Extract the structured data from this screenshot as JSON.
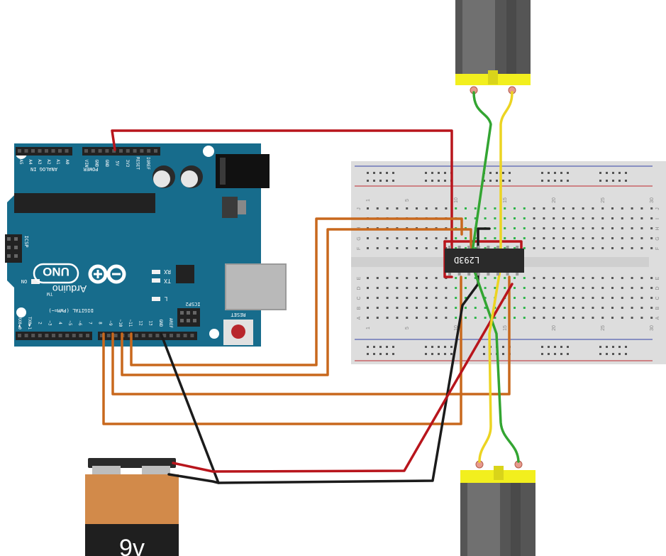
{
  "arduino": {
    "brand": "Arduino",
    "model": "UNO",
    "trademark": "TM",
    "header_analog_in": "ANALOG IN",
    "header_power": "POWER",
    "header_digital": "DIGITAL (PWM=~)",
    "pins_analog": [
      "A5",
      "A4",
      "A3",
      "A2",
      "A1",
      "A0"
    ],
    "pins_power": [
      "VIN",
      "GND",
      "GND",
      "5V",
      "3V3",
      "RESET",
      "IOREF"
    ],
    "pins_digital_labels": [
      "RX0◀0",
      "TX0▶1",
      "2",
      "~3",
      "4",
      "~5",
      "~6",
      "7",
      "8",
      "~9",
      "~10",
      "~11",
      "12",
      "13",
      "GND",
      "AREF"
    ],
    "led_on": "ON",
    "led_rx": "RX",
    "led_tx": "TX",
    "led_l": "L",
    "icsp_label": "ICSP",
    "icsp2_label": "ICSP2",
    "reset_label": "RESET"
  },
  "breadboard": {
    "column_numbers": [
      "1",
      "5",
      "10",
      "15",
      "20",
      "25",
      "30"
    ],
    "row_letters_top": [
      "J",
      "I",
      "H",
      "G",
      "F"
    ],
    "row_letters_bottom": [
      "E",
      "D",
      "C",
      "B",
      "A"
    ]
  },
  "chip": {
    "label": "L293D"
  },
  "battery": {
    "label": "9v"
  },
  "colors": {
    "board_blue": "#176c8c",
    "wire_red": "#b8151c",
    "wire_orange": "#c8681d",
    "wire_black": "#1b1b1b",
    "wire_green": "#33a532",
    "wire_yellow": "#ecd422",
    "motor_yellow": "#f2ef1e",
    "battery_orange": "#d28a4a"
  },
  "icons": [
    "arduino-infinity-logo",
    "dc-motor",
    "9v-battery",
    "ic-chip",
    "breadboard"
  ]
}
